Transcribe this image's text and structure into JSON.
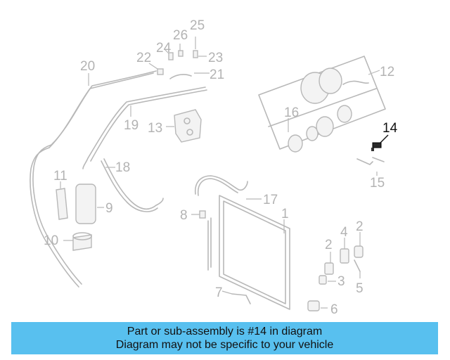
{
  "labels": {
    "p1": "1",
    "p2a": "2",
    "p2b": "2",
    "p3": "3",
    "p4": "4",
    "p5": "5",
    "p6": "6",
    "p7": "7",
    "p8": "8",
    "p9": "9",
    "p10": "10",
    "p11": "11",
    "p12": "12",
    "p13": "13",
    "p14": "14",
    "p15": "15",
    "p16": "16",
    "p17": "17",
    "p18": "18",
    "p19": "19",
    "p20": "20",
    "p21": "21",
    "p22": "22",
    "p23": "23",
    "p24": "24",
    "p25": "25",
    "p26": "26"
  },
  "highlight_part": "14",
  "colors": {
    "banner": "#58c0ef",
    "part_line": "#b8b8b8",
    "highlight": "#111111"
  },
  "banner": {
    "line1": "Part or sub-assembly is #14 in diagram",
    "line2": "Diagram may not be specific to your vehicle"
  }
}
